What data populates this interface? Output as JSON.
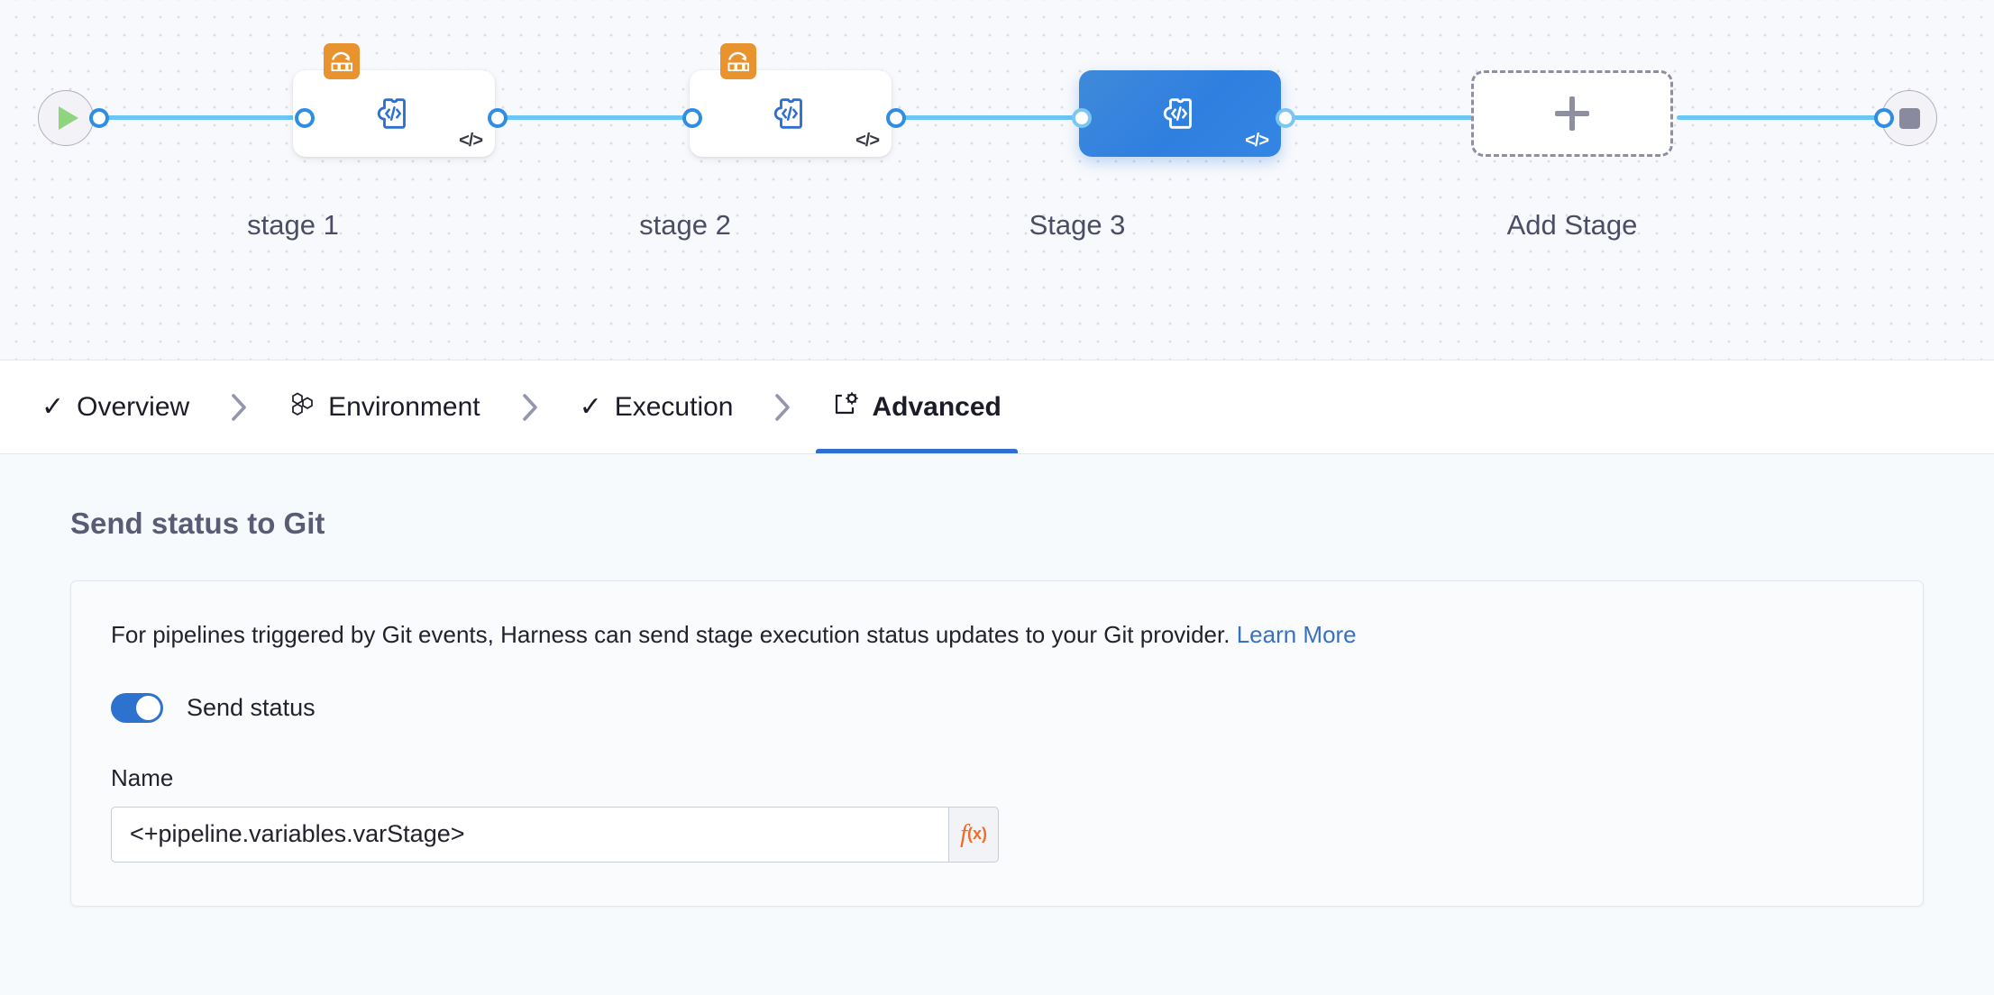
{
  "pipeline": {
    "start_node": {
      "icon": "play-icon",
      "name": "pipeline-start"
    },
    "end_node": {
      "icon": "stop-icon",
      "name": "pipeline-end"
    },
    "stages": [
      {
        "label": "stage 1",
        "icon": "custom-stage-puzzle-icon",
        "badge": "matrix-looping-icon",
        "code_mark": "</>",
        "selected": false
      },
      {
        "label": "stage 2",
        "icon": "custom-stage-puzzle-icon",
        "badge": "matrix-looping-icon",
        "code_mark": "</>",
        "selected": false
      },
      {
        "label": "Stage 3",
        "icon": "custom-stage-puzzle-icon",
        "badge": null,
        "code_mark": "</>",
        "selected": true
      }
    ],
    "add_stage": {
      "label": "Add Stage",
      "icon": "plus-icon"
    },
    "colors": {
      "edge": "#6bc5f5",
      "selected_stage": "#2f7fe0",
      "matrix_badge": "#e8932e",
      "play": "#8fd47e",
      "stop": "#8a8a9e"
    }
  },
  "tabs": [
    {
      "label": "Overview",
      "icon": "check-icon",
      "active": false
    },
    {
      "label": "Environment",
      "icon": "hexagon-cluster-icon",
      "active": false
    },
    {
      "label": "Execution",
      "icon": "check-icon",
      "active": false
    },
    {
      "label": "Advanced",
      "icon": "advanced-gear-icon",
      "active": true
    }
  ],
  "content": {
    "section_title": "Send status to Git",
    "description": "For pipelines triggered by Git events, Harness can send stage execution status updates to your Git provider.",
    "learn_more": "Learn More",
    "toggle": {
      "label": "Send status",
      "on": true
    },
    "name_field": {
      "label": "Name",
      "value": "<+pipeline.variables.varStage>",
      "placeholder": "",
      "fx_f": "f",
      "fx_x": "(x)"
    }
  }
}
